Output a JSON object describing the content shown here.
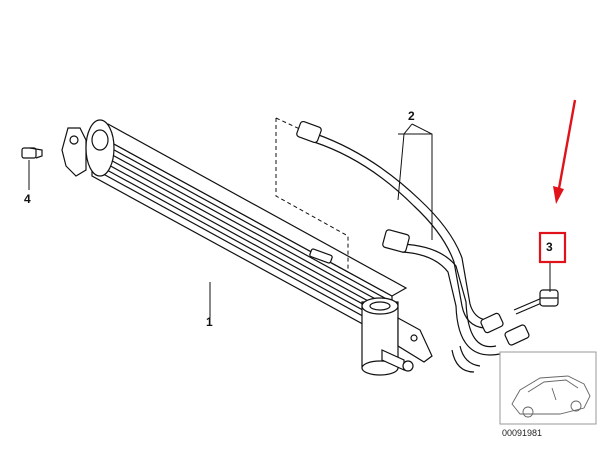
{
  "diagram": {
    "callouts": [
      {
        "id": "part-1",
        "label": "1"
      },
      {
        "id": "part-2",
        "label": "2"
      },
      {
        "id": "part-3",
        "label": "3"
      },
      {
        "id": "part-4",
        "label": "4"
      }
    ],
    "highlighted_callout": "3",
    "highlight_color": "#e0121a",
    "arrow_color": "#e0121a",
    "diagram_number": "00091981",
    "thumbnail_icon": "car-silhouette-icon"
  }
}
